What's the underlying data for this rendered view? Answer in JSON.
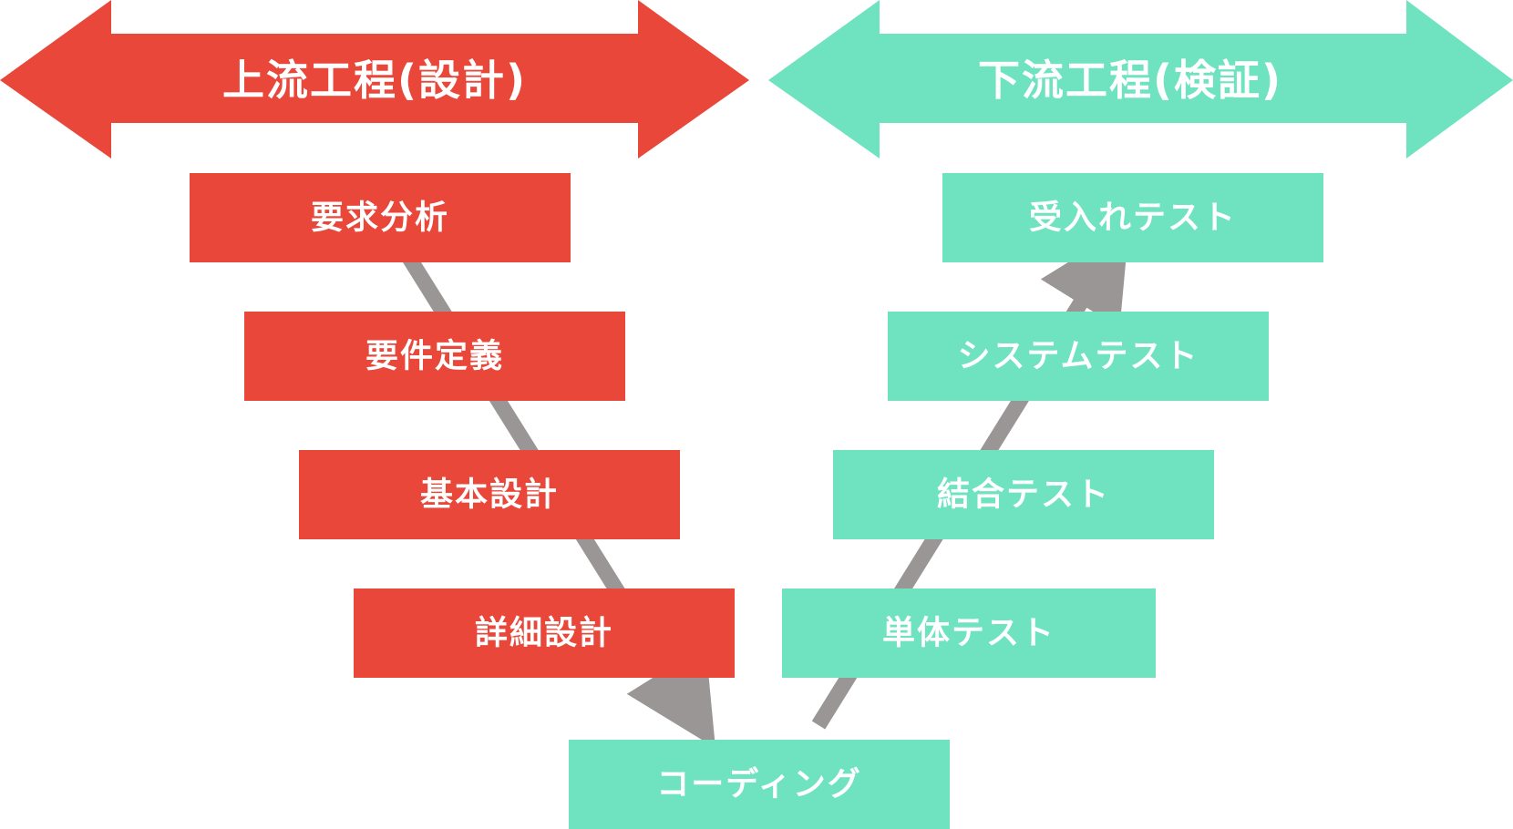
{
  "colors": {
    "design": "#e8473a",
    "verify": "#6fe3c0",
    "connector": "#9a9696",
    "text": "#ffffff"
  },
  "headers": {
    "design": "上流工程(設計)",
    "verify": "下流工程(検証)"
  },
  "design_steps": [
    {
      "label": "要求分析"
    },
    {
      "label": "要件定義"
    },
    {
      "label": "基本設計"
    },
    {
      "label": "詳細設計"
    }
  ],
  "coding": {
    "label": "コーディング"
  },
  "test_steps": [
    {
      "label": "単体テスト"
    },
    {
      "label": "結合テスト"
    },
    {
      "label": "システムテスト"
    },
    {
      "label": "受入れテスト"
    }
  ]
}
